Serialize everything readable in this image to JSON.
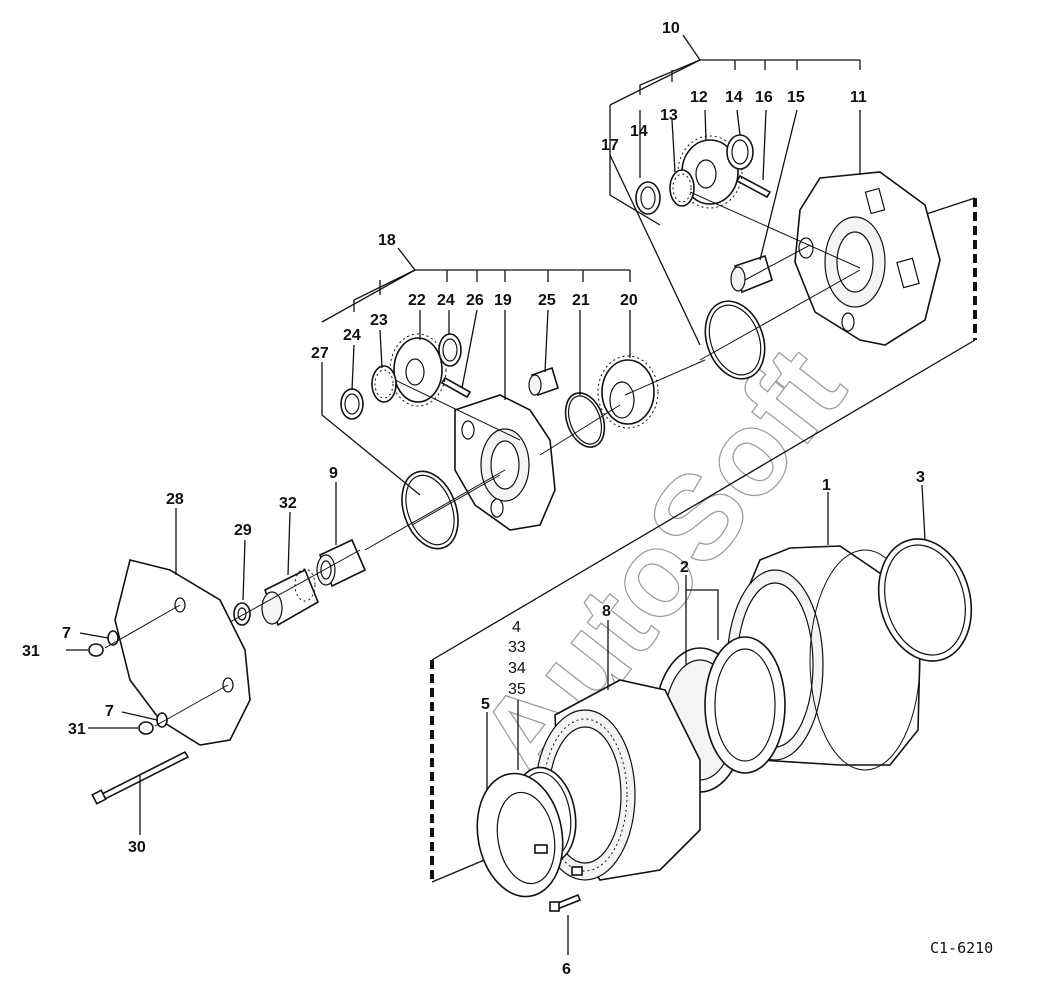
{
  "drawing_code": "C1-6210",
  "watermark": "AutoSoft",
  "labels": {
    "l1": "1",
    "l2": "2",
    "l3": "3",
    "l4": "4",
    "l5": "5",
    "l6": "6",
    "l7a": "7",
    "l7b": "7",
    "l8": "8",
    "l9": "9",
    "l10": "10",
    "l11": "11",
    "l12": "12",
    "l13": "13",
    "l14a": "14",
    "l14b": "14",
    "l15": "15",
    "l16": "16",
    "l17": "17",
    "l18": "18",
    "l19": "19",
    "l20": "20",
    "l21": "21",
    "l22": "22",
    "l23": "23",
    "l24a": "24",
    "l24b": "24",
    "l25": "25",
    "l26": "26",
    "l27": "27",
    "l28": "28",
    "l29": "29",
    "l30": "30",
    "l31a": "31",
    "l31b": "31",
    "l32": "32",
    "l33": "33",
    "l34": "34",
    "l35": "35"
  }
}
